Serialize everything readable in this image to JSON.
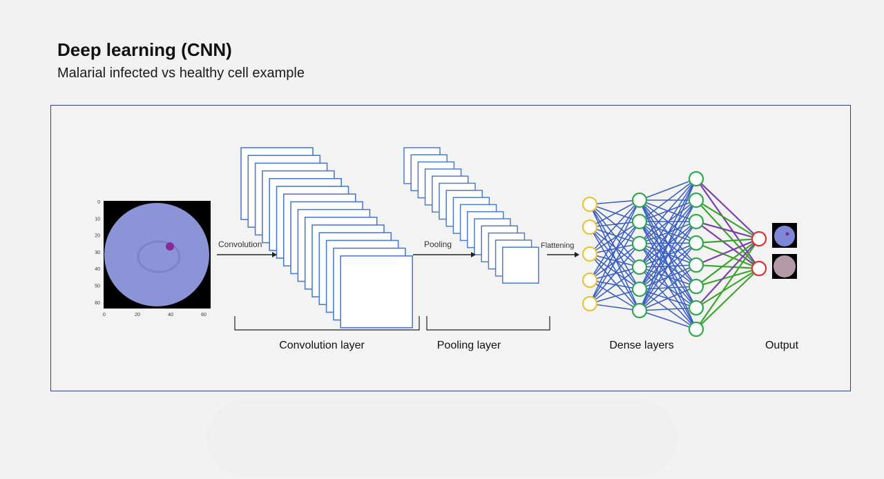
{
  "slide": {
    "title": "Deep learning (CNN)",
    "subtitle": "Malarial infected vs healthy cell example"
  },
  "input_image": {
    "y_ticks": [
      "0",
      "10",
      "20",
      "30",
      "40",
      "50",
      "60"
    ],
    "x_ticks": [
      "0",
      "20",
      "40",
      "60"
    ]
  },
  "arrows": {
    "convolution": "Convolution",
    "pooling": "Pooling",
    "flattening": "Flattening"
  },
  "sections": {
    "convolution_layer": "Convolution layer",
    "pooling_layer": "Pooling layer",
    "dense_layers": "Dense layers",
    "output": "Output"
  },
  "colors": {
    "border": "#2e3f7a",
    "feature_map": "#4a7bd0",
    "input_node": "#e8c23a",
    "hidden_node": "#2aa84a",
    "output_node": "#d93030",
    "edge": "#3a5fc0",
    "edge_purple": "#7a3fa8",
    "edge_green": "#3aa52a",
    "cell": "#8c94d8"
  }
}
